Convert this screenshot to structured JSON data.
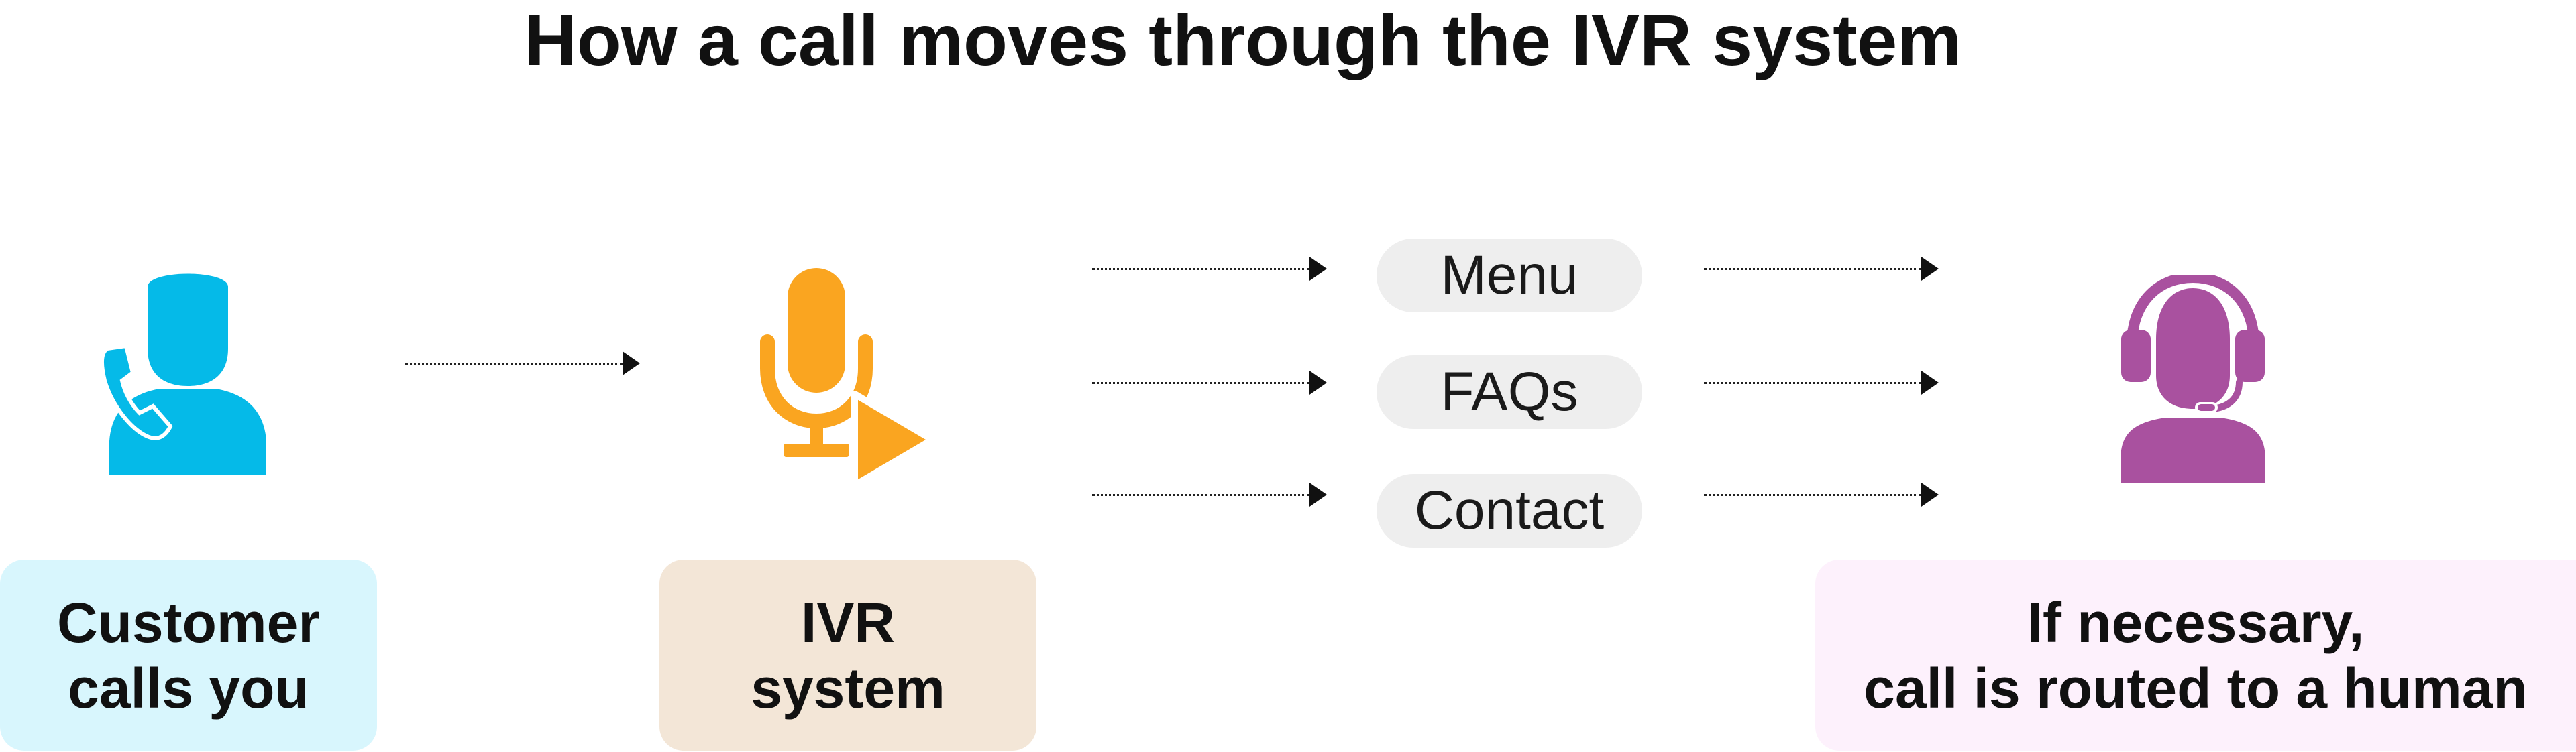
{
  "diagram": {
    "title": "How a call moves through the IVR system",
    "nodes": [
      {
        "id": "customer",
        "icon": "customer-phone-icon",
        "color": "#05BAE8",
        "box_color": "#D8F6FD",
        "label_lines": [
          "Customer",
          "calls you"
        ]
      },
      {
        "id": "ivr",
        "icon": "microphone-play-icon",
        "color": "#FAA520",
        "box_color": "#F3E6D7",
        "label_lines": [
          "IVR",
          "system"
        ]
      },
      {
        "id": "agent",
        "icon": "headset-agent-icon",
        "color": "#A9519F",
        "box_color": "#FDF1FC",
        "label_lines": [
          "If necessary,",
          "call is routed to a human"
        ]
      }
    ],
    "options": [
      "Menu",
      "FAQs",
      "Contact"
    ],
    "pill_color": "#EEEEEE",
    "edges": [
      {
        "from": "customer",
        "to": "ivr"
      },
      {
        "from": "ivr",
        "to": "Menu"
      },
      {
        "from": "ivr",
        "to": "FAQs"
      },
      {
        "from": "ivr",
        "to": "Contact"
      },
      {
        "from": "Menu",
        "to": "agent"
      },
      {
        "from": "FAQs",
        "to": "agent"
      },
      {
        "from": "Contact",
        "to": "agent"
      }
    ]
  }
}
